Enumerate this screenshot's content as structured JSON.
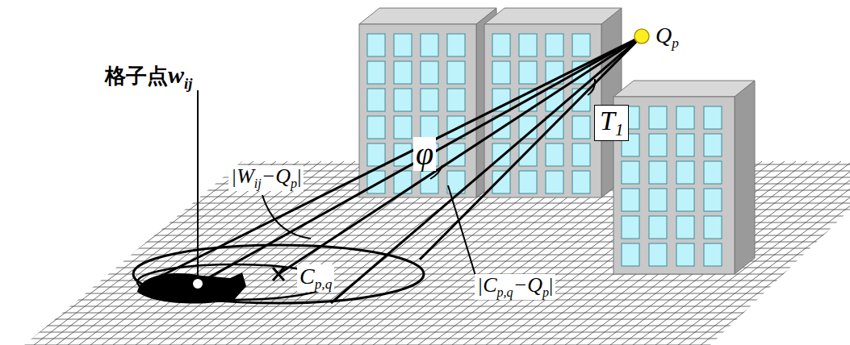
{
  "diagram": {
    "labels": [
      "格子点",
      "w",
      "ij",
      "|W",
      "ij",
      "−Q",
      "p",
      "|",
      "φ",
      "T",
      "1",
      "C",
      "p,q",
      "|C",
      "p,q",
      "−Q",
      "p",
      "|",
      "Q",
      "p"
    ]
  }
}
